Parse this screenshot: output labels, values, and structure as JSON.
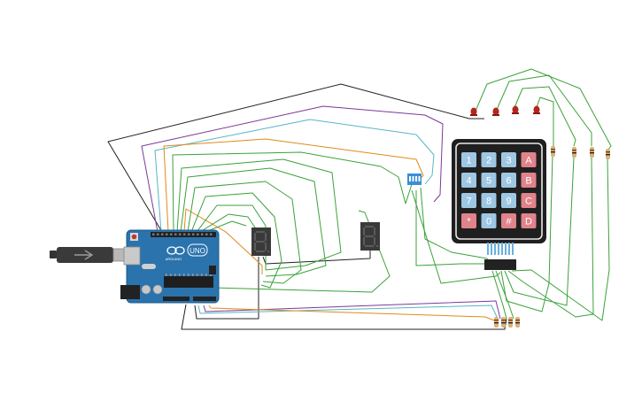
{
  "keypad": {
    "keys": [
      "1",
      "2",
      "3",
      "A",
      "4",
      "5",
      "6",
      "B",
      "7",
      "8",
      "9",
      "C",
      "*",
      "0",
      "#",
      "D"
    ],
    "key_colors": {
      "numeric": "#9ec7e3",
      "letter": "#e0838a",
      "symbol": "#e0838a"
    }
  },
  "arduino": {
    "model_label": "UNO",
    "brand_label": "ARDUINO",
    "board_color": "#2a73ad"
  },
  "displays": {
    "left_digit": "8.",
    "right_digit": "8."
  },
  "wire_colors": {
    "green": "#3aa23a",
    "purple": "#7a3a9a",
    "orange": "#e08a1a",
    "cyan": "#55b6c6",
    "black": "#222222"
  },
  "icons": {
    "usb_cable": "usb-cable-icon",
    "led": "led-icon",
    "resistor": "resistor-icon",
    "dip_switch": "dip-switch-icon"
  }
}
